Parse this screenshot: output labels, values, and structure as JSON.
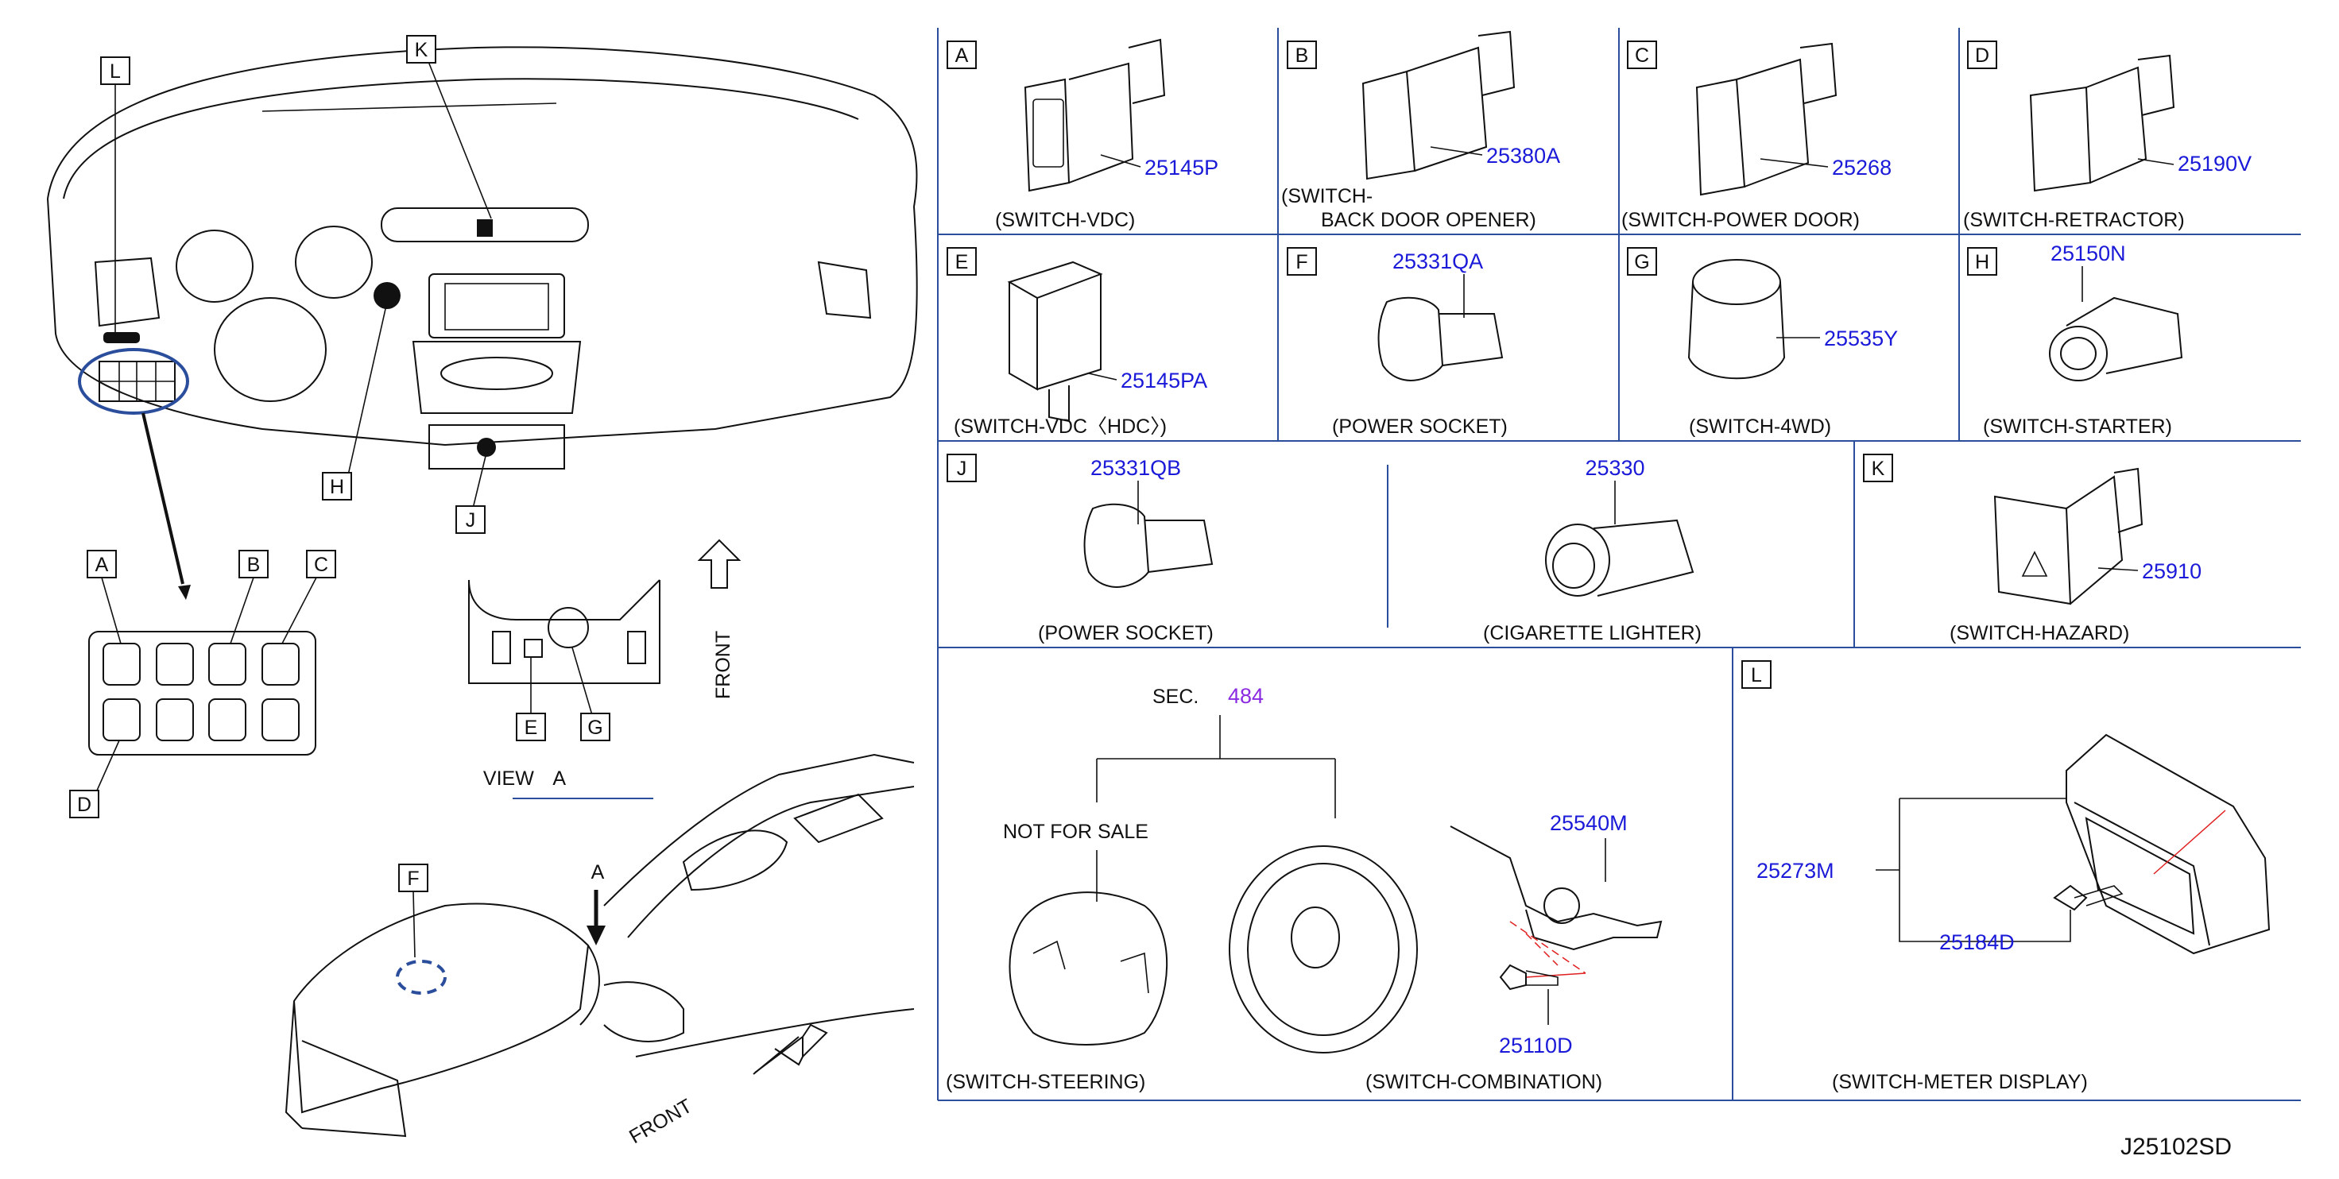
{
  "diagram_code": "J25102SD",
  "dash_callouts": [
    "L",
    "K",
    "H",
    "J"
  ],
  "switch_panel_callouts": [
    "A",
    "B",
    "C",
    "D"
  ],
  "view_a": {
    "callouts": [
      "E",
      "G"
    ],
    "label": "VIEW A"
  },
  "console": {
    "callouts": [
      "F",
      "A"
    ]
  },
  "front_labels": [
    "FRONT",
    "FRONT"
  ],
  "panels": [
    {
      "letter": "A",
      "part": "25145P",
      "caption": "(SWITCH-VDC)"
    },
    {
      "letter": "B",
      "part": "25380A",
      "caption_line1": "(SWITCH-",
      "caption_line2": "BACK   DOOR   OPENER)"
    },
    {
      "letter": "C",
      "part": "25268",
      "caption": "(SWITCH-POWER   DOOR)"
    },
    {
      "letter": "D",
      "part": "25190V",
      "caption": "(SWITCH-RETRACTOR)"
    },
    {
      "letter": "E",
      "part": "25145PA",
      "caption": "(SWITCH-VDC〈HDC〉)"
    },
    {
      "letter": "F",
      "part": "25331QA",
      "caption": "(POWER   SOCKET)"
    },
    {
      "letter": "G",
      "part": "25535Y",
      "caption": "(SWITCH-4WD)"
    },
    {
      "letter": "H",
      "part": "25150N",
      "caption": "(SWITCH-STARTER)"
    },
    {
      "letter": "J",
      "part": "25331QB",
      "caption": "(POWER   SOCKET)"
    },
    {
      "letter": "",
      "part": "25330",
      "caption": "(CIGARETTE   LIGHTER)"
    },
    {
      "letter": "K",
      "part": "25910",
      "caption": "(SWITCH-HAZARD)"
    },
    {
      "letter": "L",
      "parts": [
        "25273M",
        "25184D"
      ],
      "caption": "(SWITCH-METER   DISPLAY)"
    }
  ],
  "steering": {
    "sec_label": "SEC.",
    "sec_number": "484",
    "not_for_sale": "NOT   FOR   SALE",
    "parts": [
      "25540M",
      "25110D"
    ],
    "caption_left": "(SWITCH-STEERING)",
    "caption_right": "(SWITCH-COMBINATION)"
  }
}
